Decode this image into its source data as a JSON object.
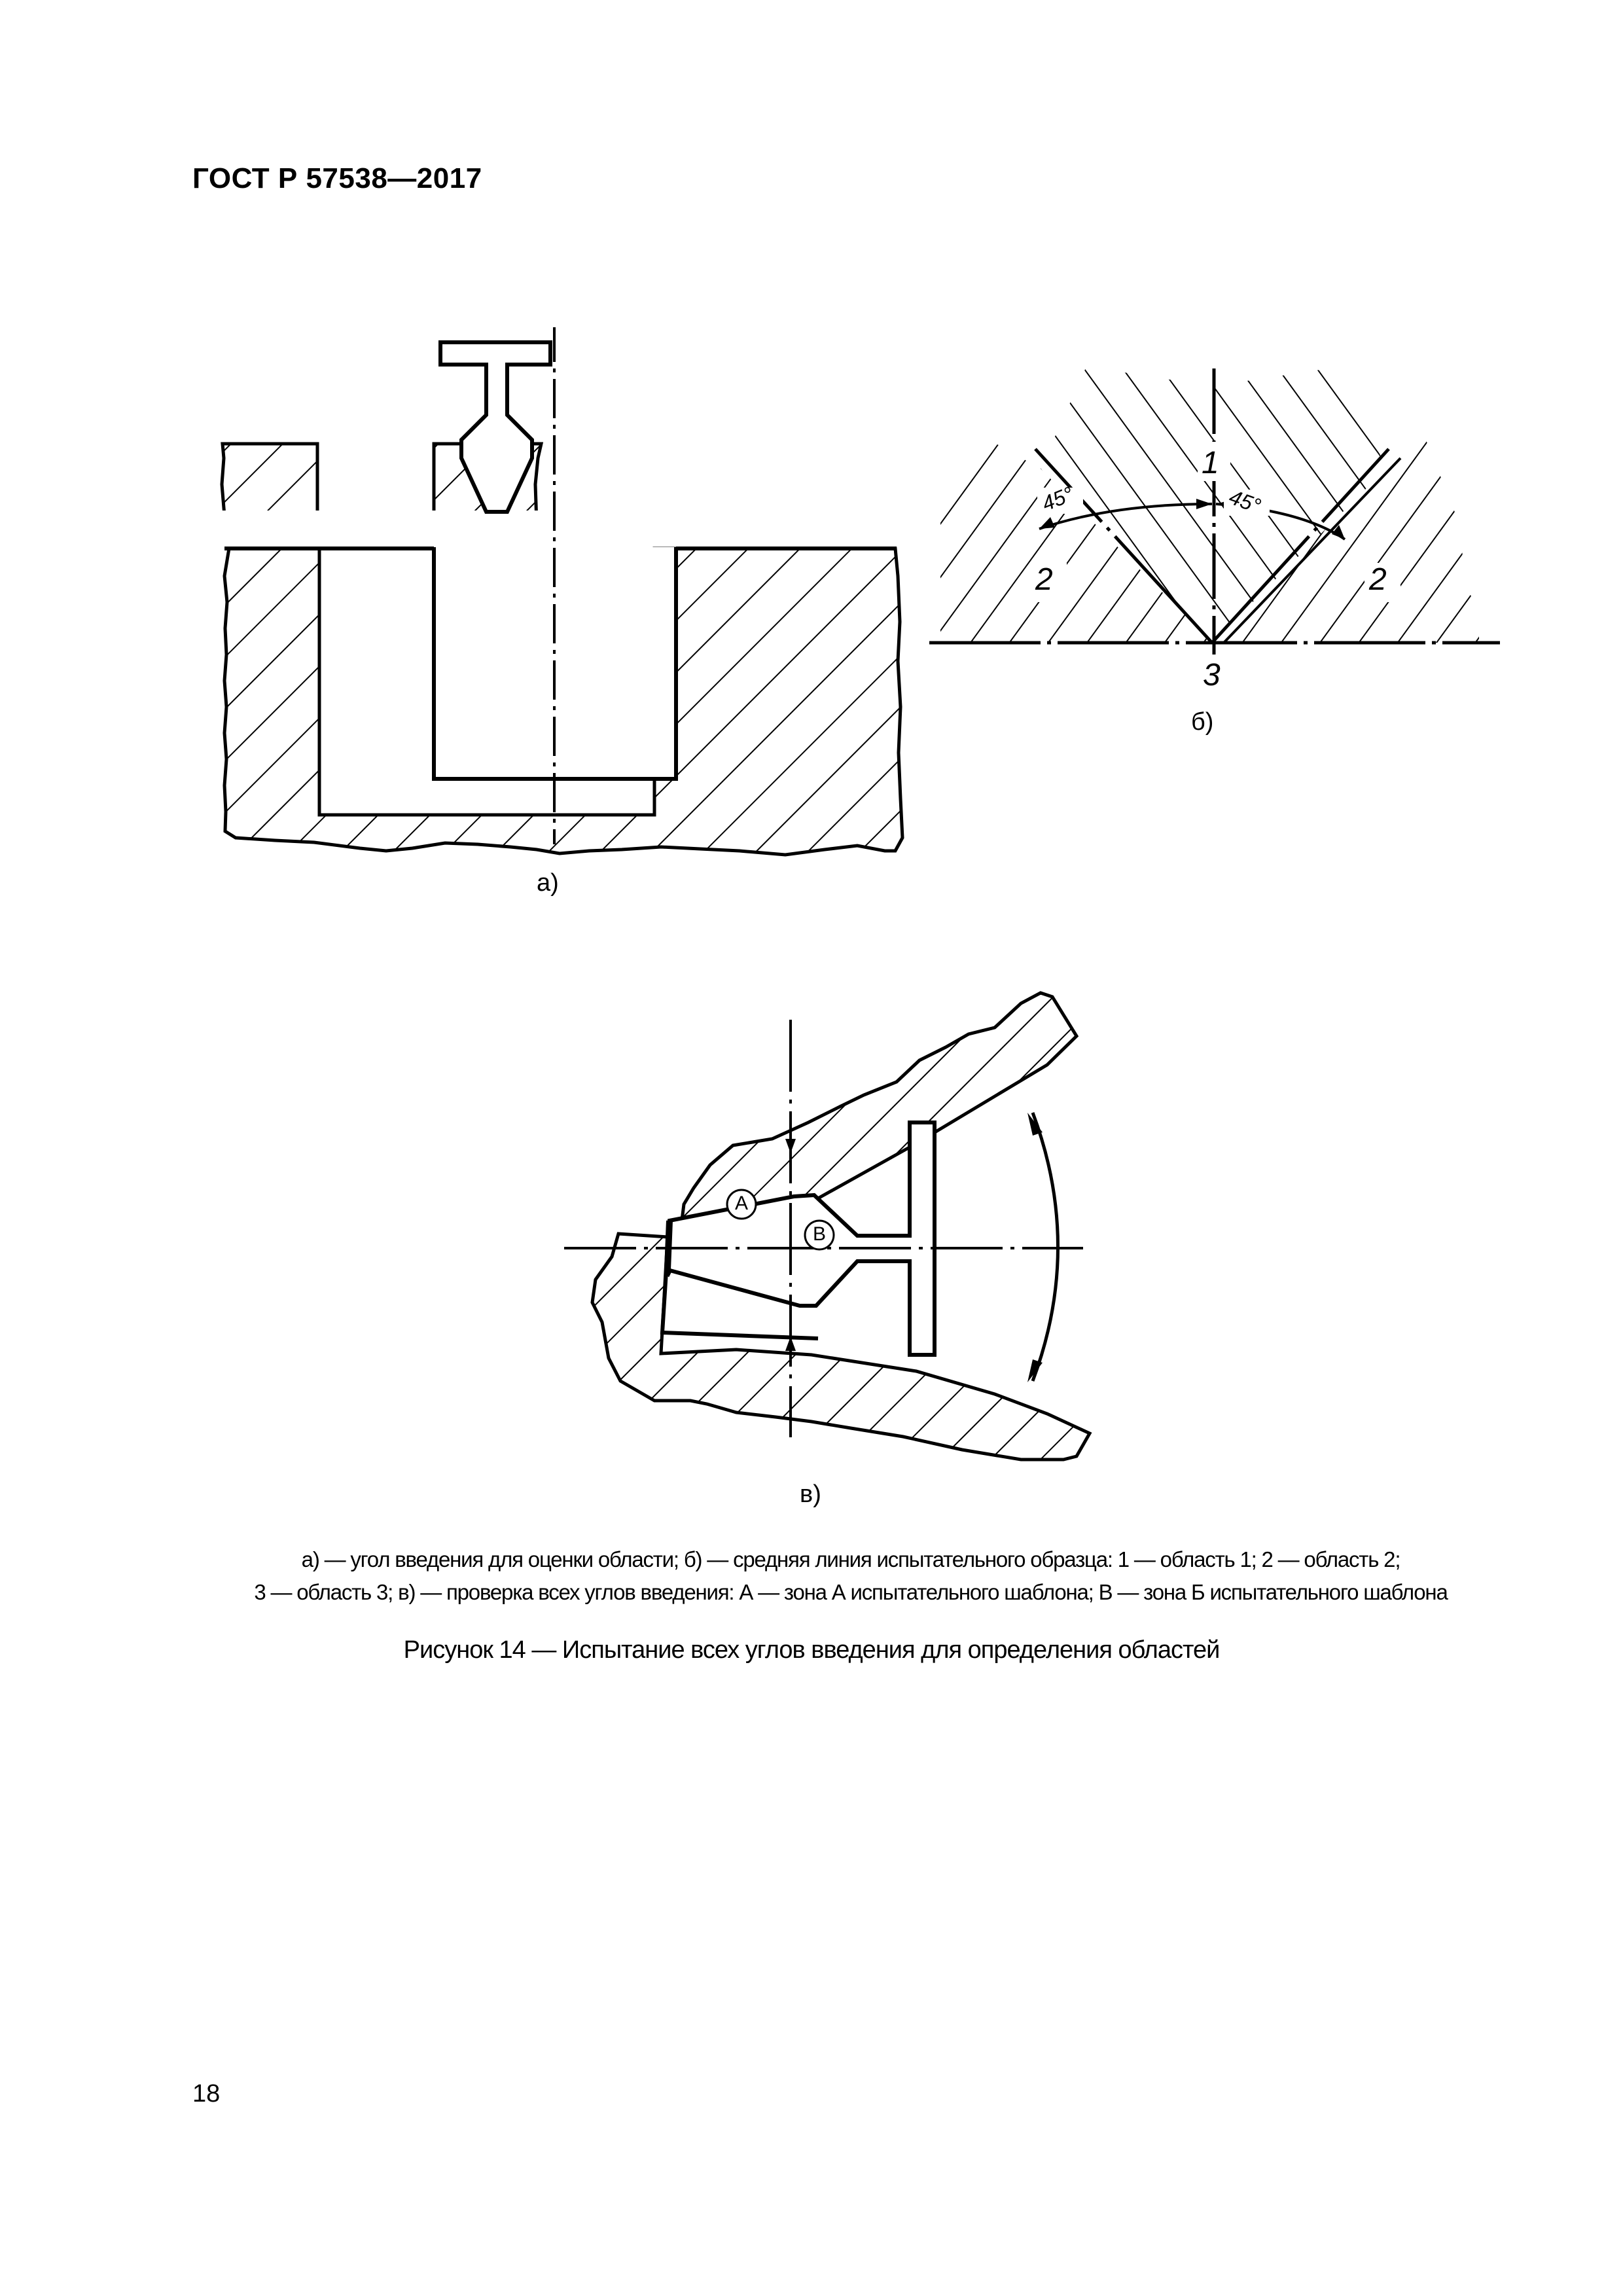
{
  "header": {
    "doc_id": "ГОСТ Р 57538—2017"
  },
  "figure": {
    "panel_a": {
      "label": "а)"
    },
    "panel_b": {
      "label": "б)",
      "region_1": "1",
      "region_2_left": "2",
      "region_2_right": "2",
      "region_3": "3",
      "angle_left": "45°",
      "angle_right": "45°"
    },
    "panel_c": {
      "label": "в)",
      "zone_a": "A",
      "zone_b": "B"
    }
  },
  "legend": {
    "line1": "а) — угол введения для оценки области; б) — средняя линия испытательного образца: 1 — область 1; 2 — область 2;",
    "line2": "3 — область 3; в) — проверка всех углов введения: А — зона А испытательного шаблона; В — зона Б испытательного шаблона"
  },
  "caption": "Рисунок  14 — Испытание всех углов введения для определения областей",
  "page_number": "18"
}
